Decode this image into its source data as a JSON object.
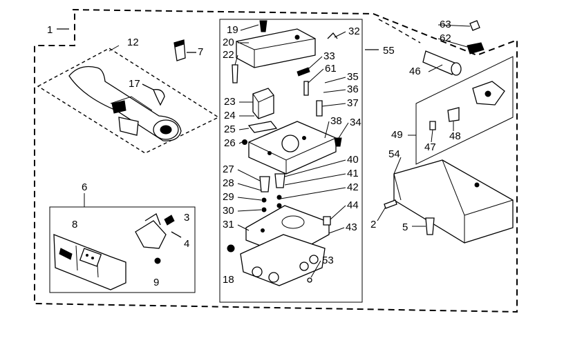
{
  "callouts": {
    "c1": "1",
    "c2": "2",
    "c3": "3",
    "c4": "4",
    "c5": "5",
    "c6": "6",
    "c7": "7",
    "c8": "8",
    "c9": "9",
    "c12": "12",
    "c17": "17",
    "c18": "18",
    "c19": "19",
    "c20": "20",
    "c22": "22",
    "c23": "23",
    "c24": "24",
    "c25": "25",
    "c26": "26",
    "c27": "27",
    "c28": "28",
    "c29": "29",
    "c30": "30",
    "c31": "31",
    "c32": "32",
    "c33": "33",
    "c34": "34",
    "c35": "35",
    "c36": "36",
    "c37": "37",
    "c38": "38",
    "c40": "40",
    "c41": "41",
    "c42": "42",
    "c43": "43",
    "c44": "44",
    "c46": "46",
    "c47": "47",
    "c48": "48",
    "c49": "49",
    "c53": "53",
    "c54": "54",
    "c55": "55",
    "c61": "61",
    "c62": "62",
    "c63": "63"
  }
}
